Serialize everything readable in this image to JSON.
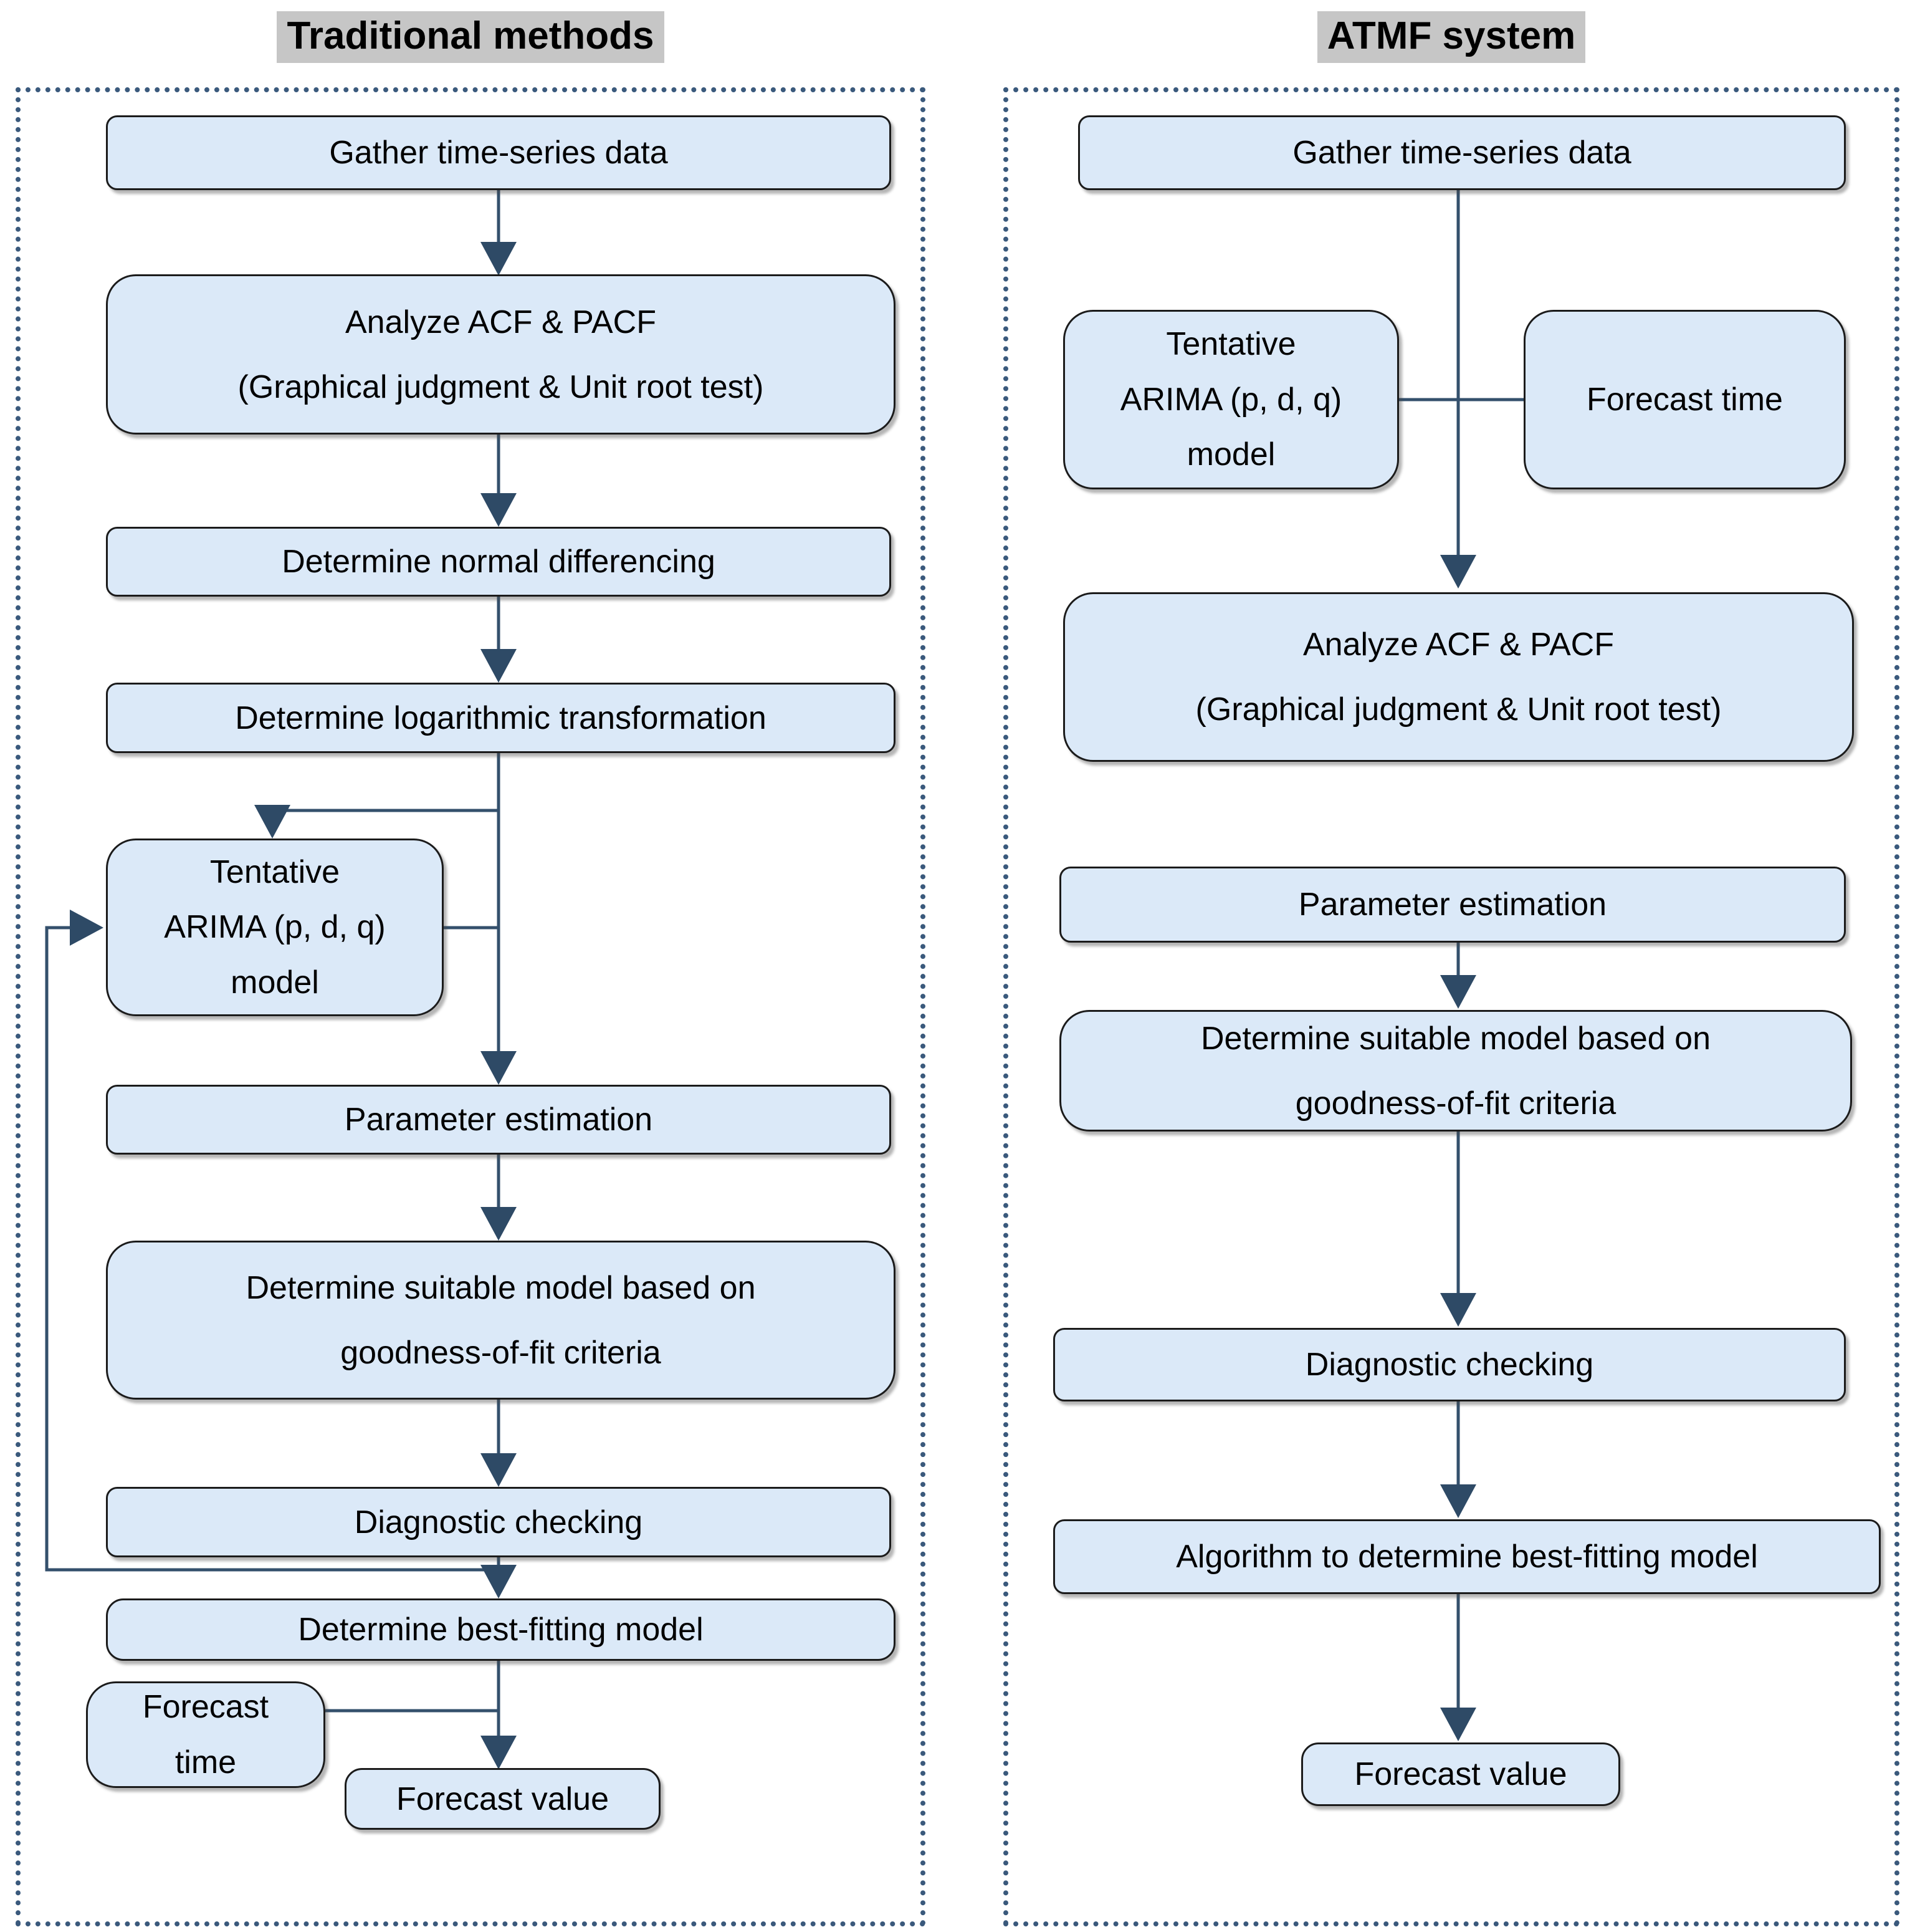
{
  "titles": {
    "left": "Traditional methods",
    "right": "ATMF system"
  },
  "left_flow": {
    "gather": "Gather time-series data",
    "acf": "Analyze ACF & PACF\n(Graphical judgment & Unit root test)",
    "normal_differencing": "Determine normal differencing",
    "log_transformation": "Determine logarithmic transformation",
    "tentative_arima": "Tentative\nARIMA (p, d, q)\nmodel",
    "parameter_estimation": "Parameter estimation",
    "suitable_model": "Determine suitable model based on\ngoodness-of-fit criteria",
    "diagnostic_checking": "Diagnostic checking",
    "best_fitting": "Determine best-fitting model",
    "forecast_time": "Forecast\ntime",
    "forecast_value": "Forecast value"
  },
  "right_flow": {
    "gather": "Gather time-series data",
    "tentative_arima": "Tentative\nARIMA (p, d, q)\nmodel",
    "forecast_time": "Forecast time",
    "acf": "Analyze ACF & PACF\n(Graphical judgment & Unit root test)",
    "parameter_estimation": "Parameter estimation",
    "suitable_model": "Determine suitable model based on\ngoodness-of-fit criteria",
    "diagnostic_checking": "Diagnostic checking",
    "algorithm_best_fitting": "Algorithm to determine best-fitting model",
    "forecast_value": "Forecast value"
  },
  "colors": {
    "box_fill": "#dbe9f8",
    "box_border": "#1b1b1b",
    "arrow": "#2e4a66",
    "connector_line": "#34506c",
    "dotted_frame": "#3a597c",
    "title_highlight": "#c6c6c6",
    "background": "#ffffff",
    "text": "#000000"
  }
}
